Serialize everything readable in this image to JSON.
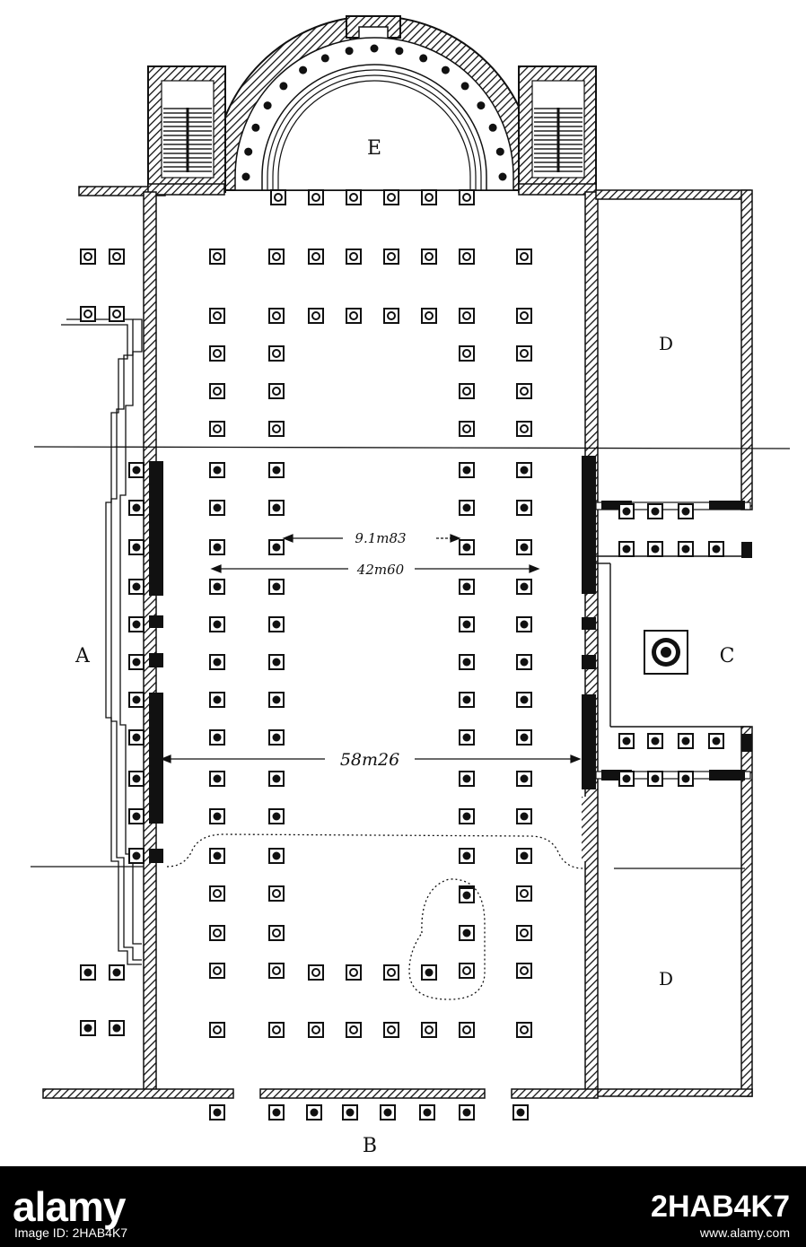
{
  "plan": {
    "labels": {
      "a": "A",
      "b": "B",
      "c": "C",
      "d_upper": "D",
      "d_lower": "D",
      "e": "E"
    },
    "dimensions": {
      "inner_width": "9.1m83",
      "mid_width": "42m60",
      "total_width": "58m26"
    }
  },
  "watermark": {
    "brand": "alamy",
    "image_id": "Image ID: 2HAB4K7",
    "url": "www.alamy.com",
    "code": "2HAB4K7"
  },
  "colors": {
    "ink": "#111111",
    "paper": "#ffffff",
    "footer": "#000000"
  }
}
